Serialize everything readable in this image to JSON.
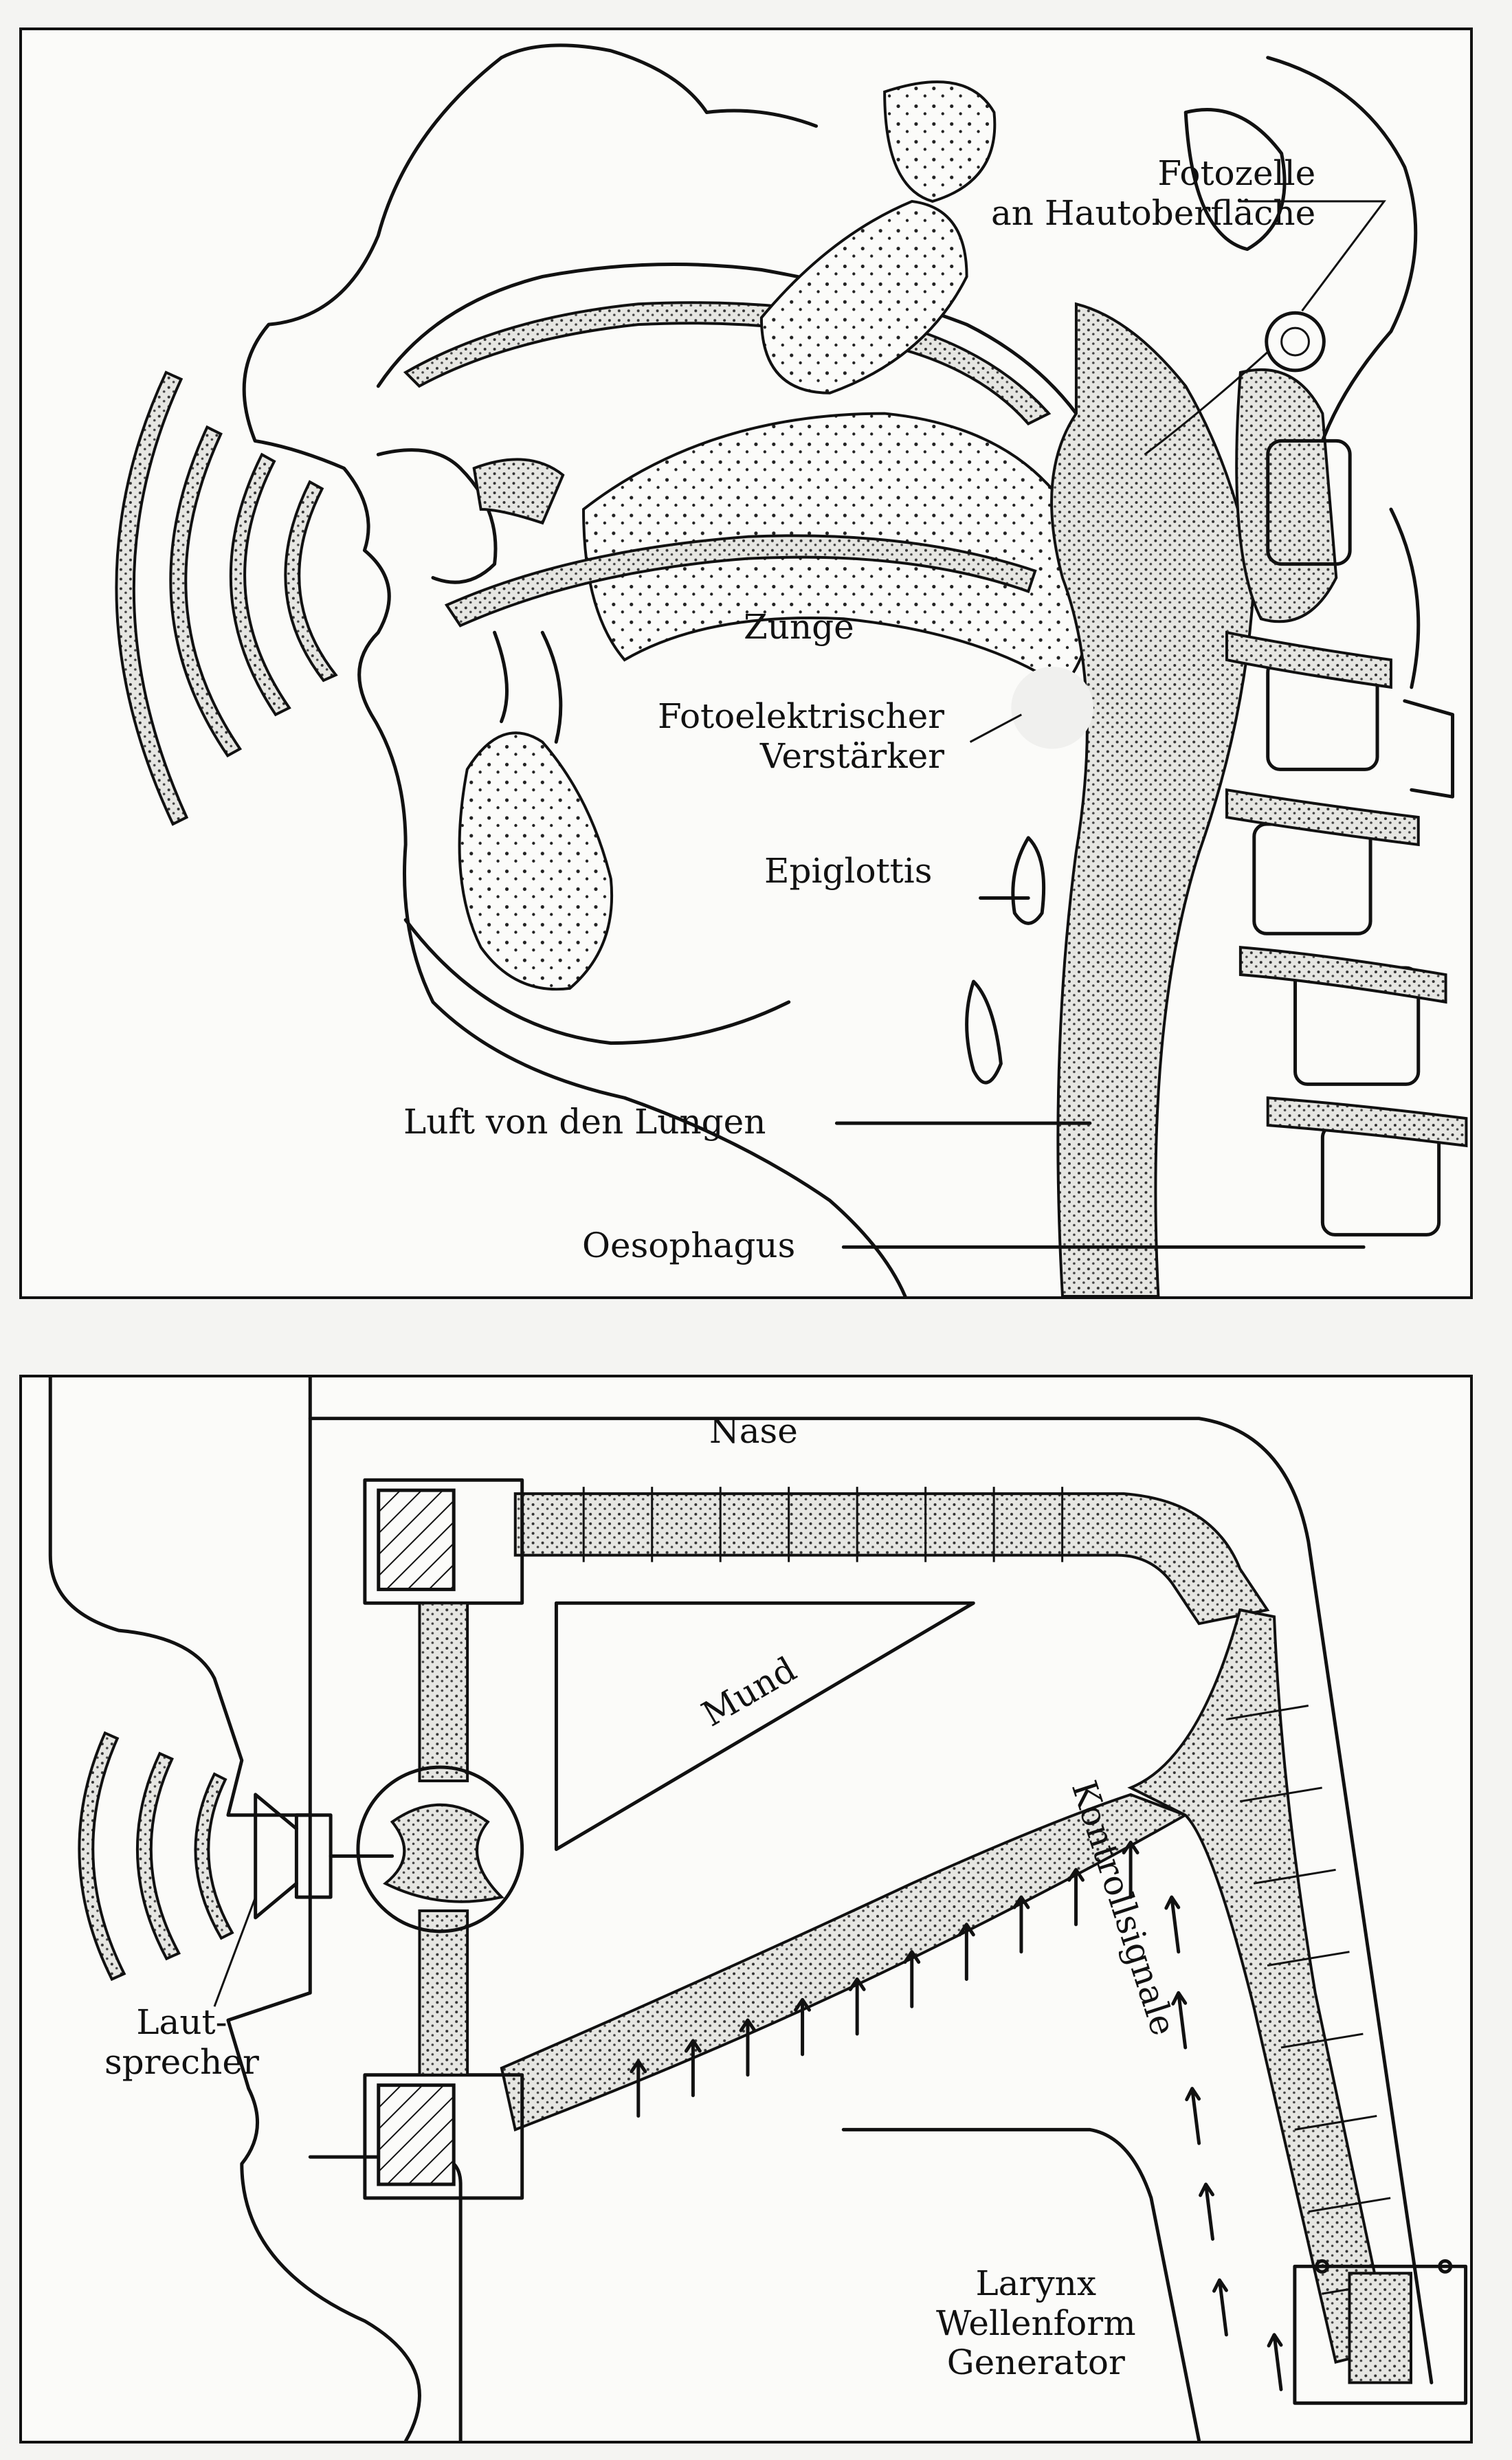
{
  "top_diagram": {
    "labels": {
      "fotozelle": "Fotozelle\nan Hautoberfläche",
      "zunge": "Zunge",
      "verstaerker": "Fotoelektrischer\nVerstärker",
      "epiglottis": "Epiglottis",
      "luft": "Luft von den Lungen",
      "oesophagus": "Oesophagus"
    }
  },
  "bottom_diagram": {
    "labels": {
      "nase": "Nase",
      "mund": "Mund",
      "kontrollsignale": "Kontrollsignale",
      "lautsprecher": "Laut-\nsprecher",
      "larynx": "Larynx\nWellenform\nGenerator"
    }
  },
  "colors": {
    "ink": "#111111",
    "paper": "#fbfbf9",
    "background": "#f4f4f2"
  }
}
